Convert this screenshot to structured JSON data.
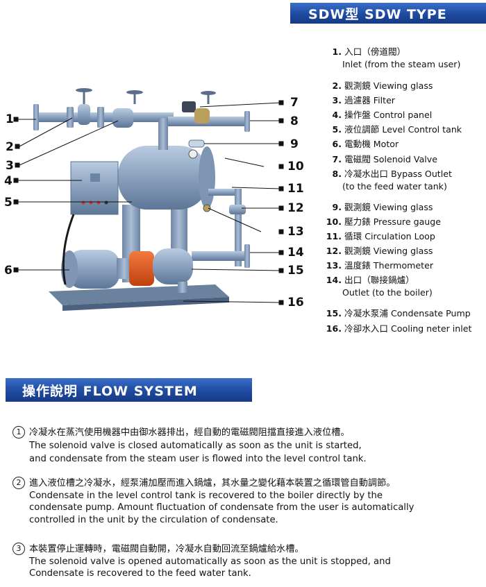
{
  "header": {
    "type_title": "SDW型 SDW TYPE"
  },
  "legend": [
    {
      "num": "1.",
      "text": "入口（傍道閥）",
      "cont": "Inlet (from the steam user)"
    },
    {
      "num": "2.",
      "text": "觀測鏡 Viewing glass"
    },
    {
      "num": "3.",
      "text": "過濾器 Filter"
    },
    {
      "num": "4.",
      "text": "操作盤 Control panel"
    },
    {
      "num": "5.",
      "text": "液位調節 Level Control tank"
    },
    {
      "num": "6.",
      "text": "電動機 Motor"
    },
    {
      "num": "7.",
      "text": "電磁閥 Solenoid Valve"
    },
    {
      "num": "8.",
      "text": "冷凝水出口 Bypass Outlet",
      "cont": "(to the feed water tank)"
    },
    {
      "num": "9.",
      "text": "觀測鏡 Viewing glass"
    },
    {
      "num": "10.",
      "text": "壓力錶 Pressure gauge"
    },
    {
      "num": "11.",
      "text": "循環 Circulation Loop"
    },
    {
      "num": "12.",
      "text": "觀測鏡 Viewing glass"
    },
    {
      "num": "13.",
      "text": "溫度錶 Thermometer"
    },
    {
      "num": "14.",
      "text": "出口（聯接鍋爐）",
      "cont": "Outlet (to the boiler)"
    },
    {
      "num": "15.",
      "text": "冷凝水泵浦 Condensate Pump"
    },
    {
      "num": "16.",
      "text": "冷卻水入口 Cooling neter inlet"
    }
  ],
  "callouts": [
    "1",
    "2",
    "3",
    "4",
    "5",
    "6",
    "7",
    "8",
    "9",
    "10",
    "11",
    "12",
    "13",
    "14",
    "15",
    "16"
  ],
  "flow": {
    "title": "操作說明 FLOW SYSTEM",
    "steps": [
      {
        "mark": "1",
        "zh": "冷凝水在蒸汽使用機器中由御水器排出，經自動的電磁閥阻擋直接進入液位槽。",
        "en1": "The solenoid valve is closed automatically as soon as the unit is started,",
        "en2": "and condensate from the steam user is flowed into the level control tank.",
        "en3": ""
      },
      {
        "mark": "2",
        "zh": "進入液位槽之冷凝水，經泵浦加壓而進入鍋爐，其水量之變化藉本裝置之循環管自動調節。",
        "en1": "Condensate in the level control tank is recovered to the boiler directly by the",
        "en2": "condensate pump. Amount fluctuation of condensate from the user is automatically",
        "en3": "controlled in the unit by the circulation of condensate."
      },
      {
        "mark": "3",
        "zh": "本裝置停止運轉時，電磁閥自動開，冷凝水自動回流至鍋爐給水槽。",
        "en1": "The solenoid valve is opened automatically as soon as the unit is stopped, and",
        "en2": "Condensate is recovered to the feed water tank.",
        "en3": ""
      }
    ]
  },
  "colors": {
    "banner": "#1f4aa0",
    "machine": "#8fa6c2",
    "pump_housing": "#e2541f",
    "gauge_valve": "#b8a05c"
  }
}
